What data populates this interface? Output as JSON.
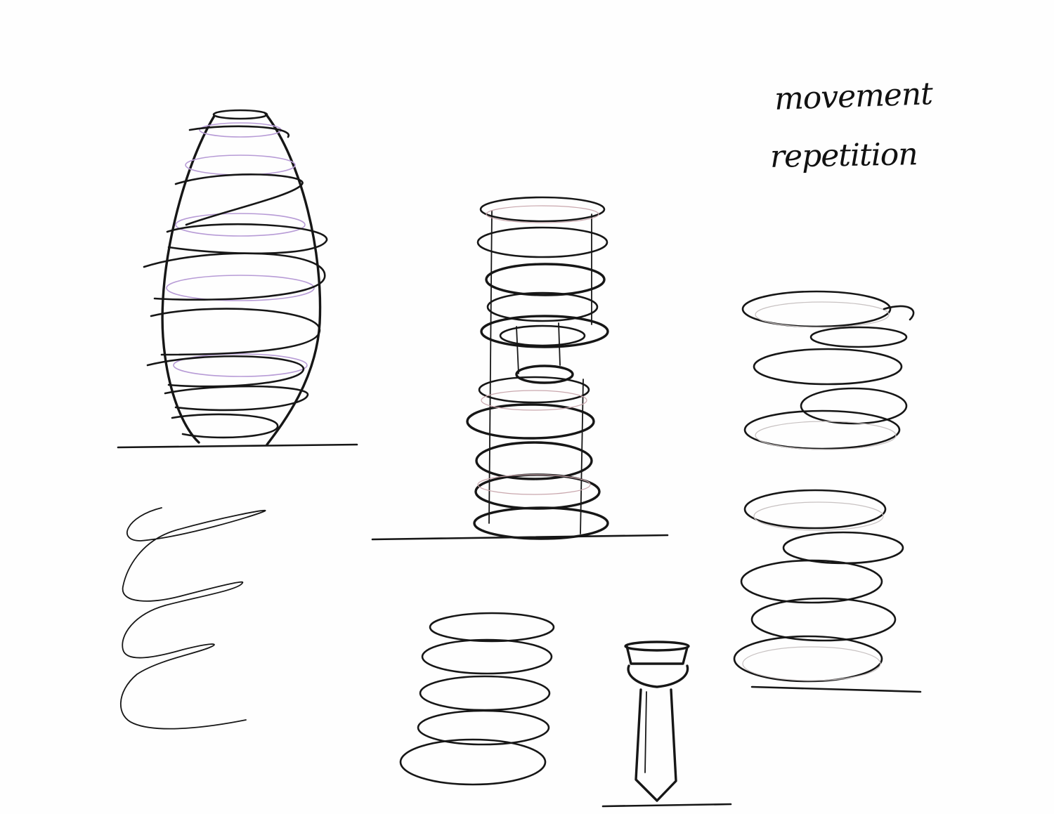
{
  "sheet": {
    "background_color": "#fefefe",
    "ink_color": "#161616",
    "accent_colors": [
      "#b79bd6",
      "#c9a7ad"
    ]
  },
  "notes": {
    "line1": "movement",
    "line2": "repetition"
  },
  "sketches": [
    "tapered-spiral-vase",
    "stacked-coil-tower",
    "floating-coil-stack-upper",
    "floating-coil-stack-lower",
    "loose-spring-scribble",
    "small-ring-stack",
    "narrow-pedestal"
  ]
}
